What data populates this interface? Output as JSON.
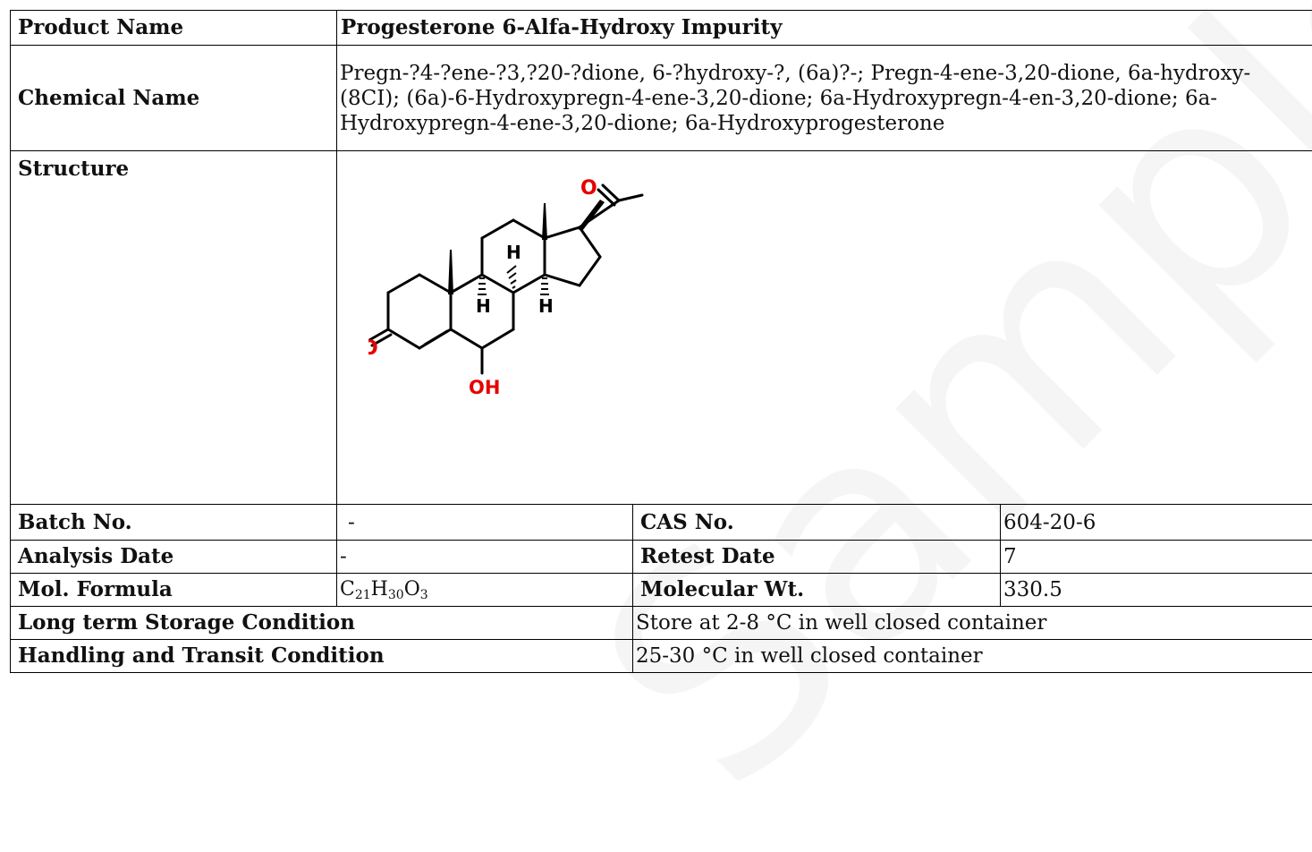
{
  "watermark": "Sample COA",
  "product": {
    "label": "Product Name",
    "value": "Progesterone 6-Alfa-Hydroxy Impurity"
  },
  "chemical": {
    "label": "Chemical Name",
    "value": "Pregn-?4-?ene-?3,?20-?dione, 6-?hydroxy-?, (6a)?-; Pregn-4-ene-3,20-dione, 6a-hydroxy- (8CI); (6a)-6-Hydroxypregn-4-ene-3,20-dione; 6a-Hydroxypregn-4-en-3,20-dione; 6a-Hydroxypregn-4-ene-3,20-dione; 6a-Hydroxyprogesterone"
  },
  "structure": {
    "label": "Structure",
    "atom_o_top": "O",
    "atom_o_left": "O",
    "atom_oh": "OH",
    "atom_h": "H"
  },
  "batch": {
    "label": "Batch No.",
    "value": "-"
  },
  "cas": {
    "label": "CAS No.",
    "value": "604-20-6"
  },
  "analysis": {
    "label": "Analysis Date",
    "value": "-"
  },
  "retest": {
    "label": "Retest Date",
    "value": "7"
  },
  "formula": {
    "label": "Mol. Formula",
    "c": "C",
    "c_n": "21",
    "h": "H",
    "h_n": "30",
    "o": "O",
    "o_n": "3"
  },
  "mw": {
    "label": "Molecular Wt.",
    "value": "330.5"
  },
  "storage": {
    "label": "Long term Storage Condition",
    "value": "Store at 2-8 °C in well closed container"
  },
  "handling": {
    "label": "Handling and Transit Condition",
    "value": "25-30 °C in well closed container"
  },
  "colors": {
    "oxygen": "#e60000",
    "border": "#000000"
  }
}
